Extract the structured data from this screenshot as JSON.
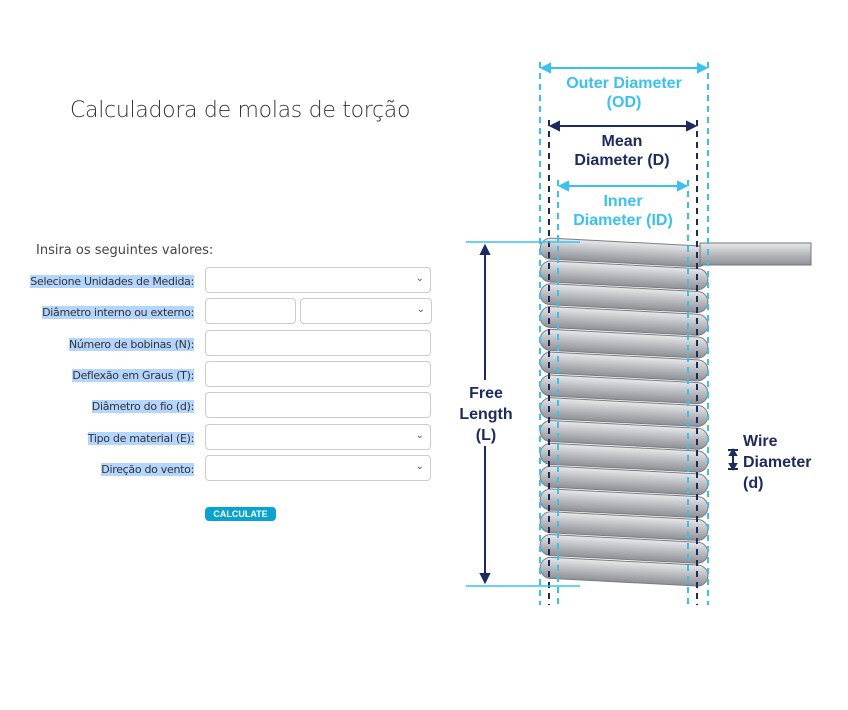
{
  "title": "Calculadora de molas de torção",
  "intro": "Insira os seguintes valores:",
  "fields": [
    {
      "label": "Selecione Unidades de Medida:",
      "type": "select",
      "value": ""
    },
    {
      "label": "Diâmetro interno ou externo:",
      "type": "input+select",
      "value": ""
    },
    {
      "label": "Número de bobinas (N):",
      "type": "input",
      "value": ""
    },
    {
      "label": "Deflexão em Graus (T):",
      "type": "input",
      "value": ""
    },
    {
      "label": "Diâmetro do fio (d):",
      "type": "input",
      "value": ""
    },
    {
      "label": "Tipo de material (E):",
      "type": "select",
      "value": ""
    },
    {
      "label": "Direção do vento:",
      "type": "select",
      "value": ""
    }
  ],
  "calculate": "CALCULATE",
  "diagram": {
    "od": [
      "Outer Diameter",
      "(OD)"
    ],
    "mean": [
      "Mean",
      "Diameter (D)"
    ],
    "id": [
      "Inner",
      "Diameter (ID)"
    ],
    "free": [
      "Free",
      "Length",
      "(L)"
    ],
    "wire": [
      "Wire",
      "Diameter",
      "(d)"
    ],
    "colors": {
      "light": "#3ac2ef",
      "dark": "#1d2a5c",
      "accent": "#0aa3cf"
    }
  }
}
